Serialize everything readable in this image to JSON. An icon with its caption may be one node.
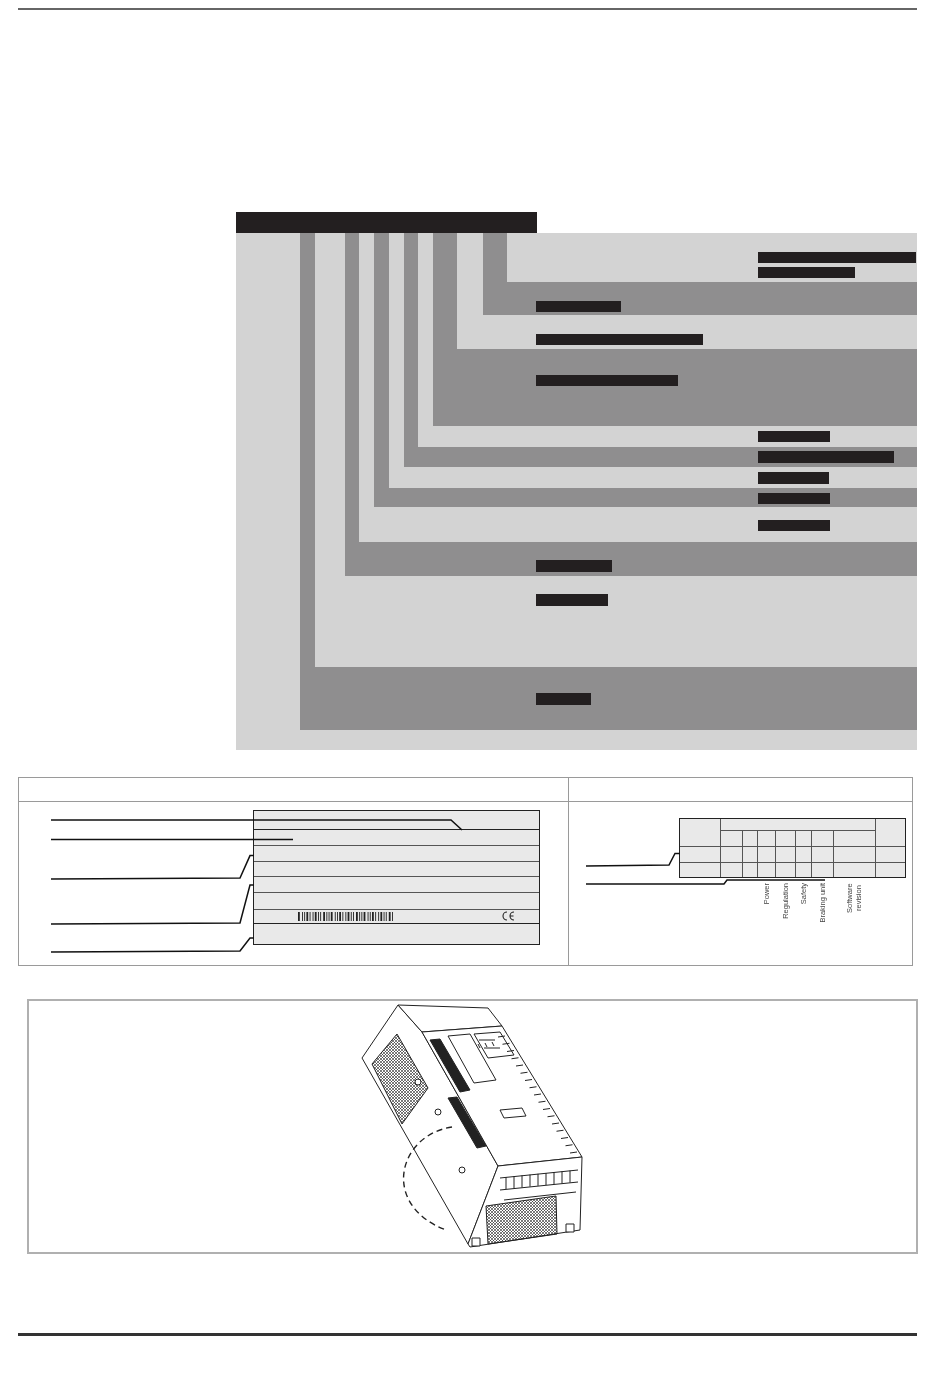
{
  "diagram": {
    "nodes": [
      {
        "text": [],
        "shape": "box"
      },
      {
        "text": [],
        "shape": "box",
        "in": 0
      },
      {
        "text": [],
        "shape": "box",
        "in": 0
      },
      {
        "text": [],
        "shape": "box",
        "in": 0
      },
      {
        "text": [],
        "shape": "box",
        "in": 0
      },
      {
        "text": [],
        "shape": "box",
        "in": 0
      },
      {
        "text": [],
        "shape": "box",
        "in": 0
      },
      {
        "text": [],
        "shape": "box",
        "in": 0
      },
      {
        "text": [],
        "shape": "box",
        "in": 0
      },
      {
        "text": [],
        "shape": "box"
      },
      {
        "text": [],
        "shape": "box",
        "in": 9
      },
      {
        "text": [],
        "shape": "box",
        "in": 9
      },
      {
        "text": [],
        "shape": "box",
        "in": 9
      }
    ],
    "edges": [
      {
        "from": null,
        "to": 1,
        "arrow": "none"
      },
      {
        "from": null,
        "to": 2,
        "arrow": "none"
      },
      {
        "from": null,
        "to": 3,
        "arrow": "none"
      },
      {
        "from": null,
        "to": 5,
        "arrow": "none"
      },
      {
        "from": null,
        "to": 8,
        "arrow": "none"
      },
      {
        "from": null,
        "to": 11,
        "arrow": "none"
      },
      {
        "from": null,
        "to": 9,
        "arrow": "none"
      }
    ],
    "labels": [
      "Power",
      "Regulation",
      "Safety",
      "Braking unit",
      "Software revision"
    ]
  }
}
